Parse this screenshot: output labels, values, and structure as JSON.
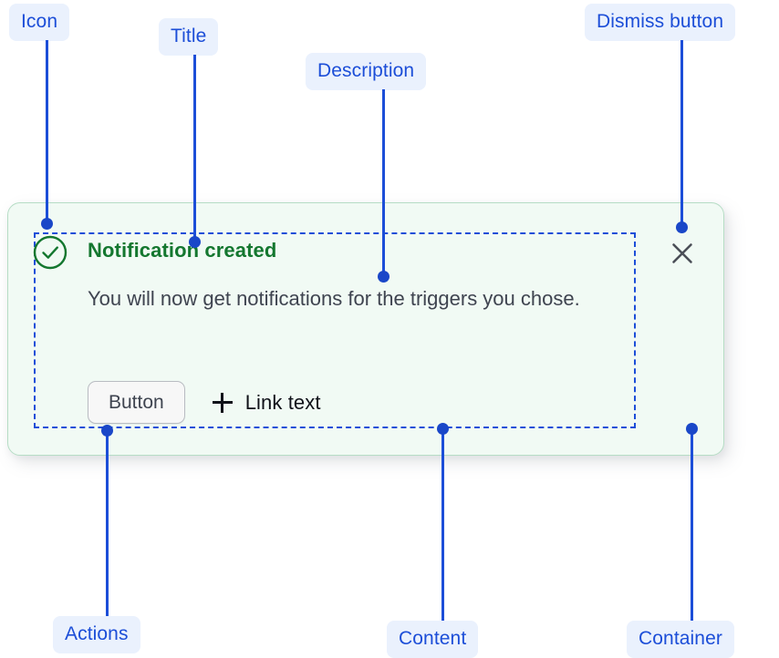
{
  "annotations": [
    {
      "id": "icon",
      "label": "Icon"
    },
    {
      "id": "title",
      "label": "Title"
    },
    {
      "id": "description",
      "label": "Description"
    },
    {
      "id": "dismiss_button",
      "label": "Dismiss button"
    },
    {
      "id": "actions",
      "label": "Actions"
    },
    {
      "id": "content",
      "label": "Content"
    },
    {
      "id": "container",
      "label": "Container"
    }
  ],
  "notification": {
    "status_icon": "check-circle-icon",
    "title": "Notification created",
    "description": "You will now get notifications for the triggers you chose.",
    "actions": {
      "button_label": "Button",
      "link_icon": "plus-icon",
      "link_label": "Link text"
    },
    "dismiss_icon": "close-icon"
  },
  "colors": {
    "annotation_blue": "#1c4ed8",
    "annotation_pill_bg": "#eaf1fd",
    "success_green": "#14772f",
    "container_bg": "#f1faf4",
    "container_border": "#b6ddc5",
    "body_text": "#3f4450",
    "link_text": "#101219"
  }
}
